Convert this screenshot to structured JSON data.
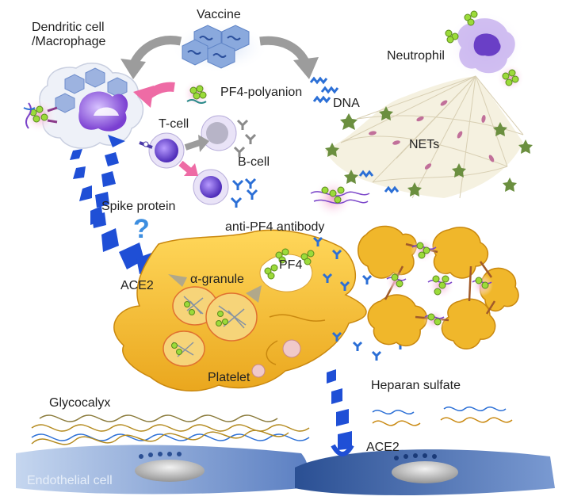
{
  "labels": {
    "vaccine": "Vaccine",
    "dendritic": "Dendritic cell\n/Macrophage",
    "neutrophil": "Neutrophil",
    "pf4_polyanion": "PF4-polyanion",
    "dna": "DNA",
    "tcell": "T-cell",
    "bcell": "B-cell",
    "nets": "NETs",
    "spike": "Spike protein",
    "question": "?",
    "anti_pf4": "anti-PF4 antibody",
    "ace2_left": "ACE2",
    "alpha_granule": "α-granule",
    "pf4": "PF4",
    "platelet": "Platelet",
    "heparan": "Heparan sulfate",
    "glycocalyx": "Glycocalyx",
    "endothelial": "Endothelial cell",
    "ace2_right": "ACE2"
  },
  "colors": {
    "arrow_gray": "#9c9c9c",
    "arrow_pink": "#ee6ba5",
    "arrow_blue": "#1f4fd6",
    "platelet": "#f0b72b",
    "platelet_stroke": "#c9880f",
    "endothelium": "#3a63a8",
    "pf4_green": "#9bdb3a"
  }
}
